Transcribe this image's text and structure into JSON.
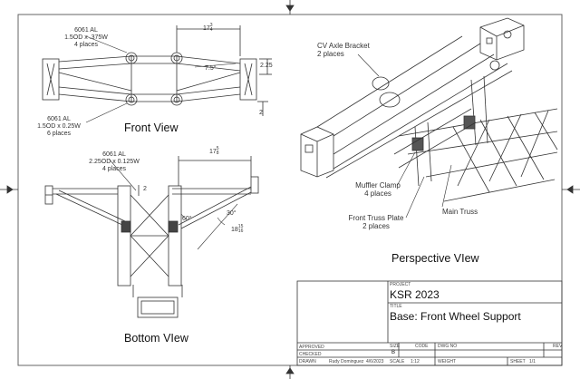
{
  "front_view": {
    "title": "Front View",
    "callout_top": {
      "line1": "6061 AL",
      "line2": "1.5OD x .375W",
      "line3": "4 places"
    },
    "callout_bottom": {
      "line1": "6061 AL",
      "line2": "1.5OD x 0.25W",
      "line3": "6 places"
    },
    "dim_length": {
      "whole": "17",
      "num": "3",
      "den": "4"
    },
    "dim_angle": "7.5°",
    "dim_height": "2.25",
    "dim_offset": "2"
  },
  "bottom_view": {
    "title": "Bottom VIew",
    "callout": {
      "line1": "6061 AL",
      "line2": "2.25OD x 0.125W",
      "line3": "4 places"
    },
    "dim_length": {
      "whole": "17",
      "num": "5",
      "den": "8"
    },
    "dim_small": "2",
    "dim_angle_60": "60°",
    "dim_angle_30": "30°",
    "dim_diag": {
      "whole": "18",
      "num": "15",
      "den": "16"
    }
  },
  "perspective_view": {
    "title": "Perspective VIew",
    "label_cv": {
      "line1": "CV Axle Bracket",
      "line2": "2 places"
    },
    "label_muffler": {
      "line1": "Muffler Clamp",
      "line2": "4 places"
    },
    "label_truss_plate": {
      "line1": "Front Truss Plate",
      "line2": "2 places"
    },
    "label_main_truss": "Main Truss"
  },
  "title_block": {
    "project_label": "PROJECT",
    "project": "KSR 2023",
    "title_label": "TITLE",
    "title": "Base: Front Wheel Support",
    "approved_label": "APPROVED",
    "checked_label": "CHECKED",
    "drawn_label": "DRAWN",
    "drawn_by": "Rudy Dominguez",
    "drawn_date": "4/6/2023",
    "size_label": "SIZE",
    "size": "B",
    "code_label": "CODE",
    "dwg_label": "DWG NO",
    "rev_label": "REV",
    "scale_label": "SCALE",
    "scale": "1:12",
    "weight_label": "WEIGHT",
    "sheet_label": "SHEET",
    "sheet": "1/1"
  },
  "colors": {
    "line": "#333333",
    "frame": "#555555",
    "paper": "#ffffff"
  }
}
